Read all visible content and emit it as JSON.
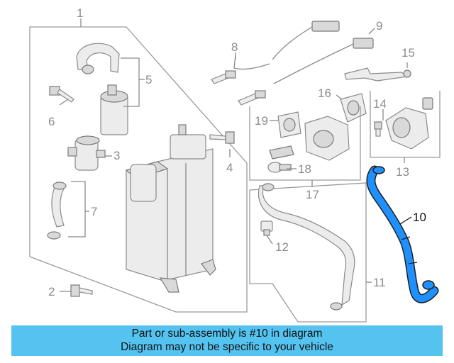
{
  "callouts": {
    "c1": "1",
    "c2": "2",
    "c3": "3",
    "c4": "4",
    "c5": "5",
    "c6": "6",
    "c7": "7",
    "c8": "8",
    "c9": "9",
    "c10": "10",
    "c11": "11",
    "c12": "12",
    "c13": "13",
    "c14": "14",
    "c15": "15",
    "c16": "16",
    "c17": "17",
    "c18": "18",
    "c19": "19"
  },
  "highlight_part": "10",
  "colors": {
    "highlight": "#1e90ff",
    "banner": "#55c3f0",
    "line_art": "#8a8a8a"
  },
  "banner": {
    "line1": "Part or sub-assembly is #10 in diagram",
    "line2": "Diagram may not be specific to your vehicle"
  }
}
